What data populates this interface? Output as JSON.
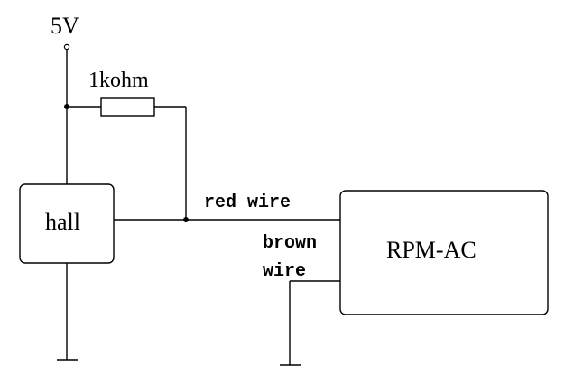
{
  "diagram": {
    "supply_label": "5V",
    "resistor_label": "1kohm",
    "hall_label": "hall",
    "rpm_label": "RPM-AC",
    "red_wire_label": "red wire",
    "brown_wire_label_line1": "brown",
    "brown_wire_label_line2": "wire"
  }
}
